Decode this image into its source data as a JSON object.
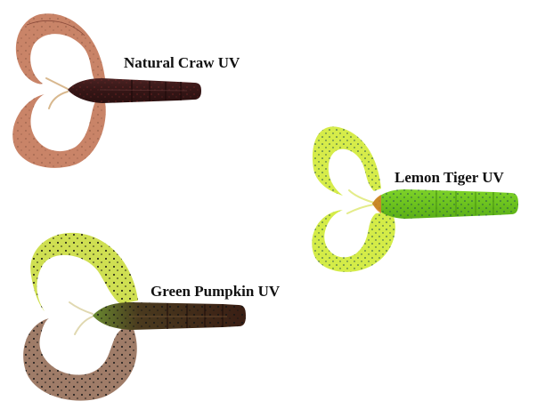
{
  "products": [
    {
      "name": "Natural Craw UV",
      "colors": {
        "claws": "#c88469",
        "claw_shadow": "#a0604a",
        "body": "#3a1a1a",
        "body_highlight": "#5a2a2a",
        "speckle": "#8a2020",
        "antenna": "#d8b890"
      }
    },
    {
      "name": "Lemon Tiger UV",
      "colors": {
        "claws": "#d6ee4a",
        "claw_shadow": "#b8d830",
        "body": "#6cc21e",
        "body_highlight": "#8fda3a",
        "speckle": "#1a4a4a",
        "antenna": "#e8ee90",
        "tip": "#e07020"
      }
    },
    {
      "name": "Green Pumpkin UV",
      "colors": {
        "claw_top": "#d0e050",
        "claw_bottom": "#9e7a66",
        "body": "#3e2418",
        "body_front": "#5a7a2a",
        "speckle": "#111111",
        "antenna": "#e0d8b0"
      }
    }
  ]
}
